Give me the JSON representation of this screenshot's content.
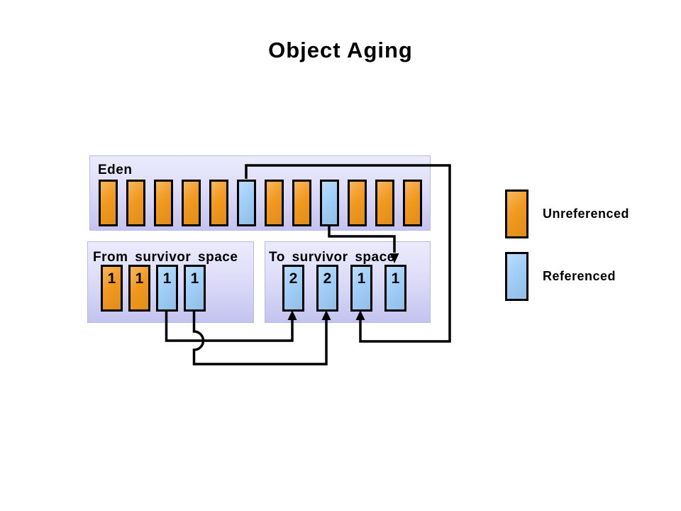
{
  "title": "Object Aging",
  "colors": {
    "unreferenced": "#F2991E",
    "referenced": "#9FCEF8",
    "region_top": "#EBEBFD",
    "region_bottom": "#C3C3F0",
    "line": "#000000"
  },
  "eden": {
    "label": "Eden",
    "cells": [
      {
        "type": "unreferenced"
      },
      {
        "type": "unreferenced"
      },
      {
        "type": "unreferenced"
      },
      {
        "type": "unreferenced"
      },
      {
        "type": "unreferenced"
      },
      {
        "type": "referenced"
      },
      {
        "type": "unreferenced"
      },
      {
        "type": "unreferenced"
      },
      {
        "type": "referenced"
      },
      {
        "type": "unreferenced"
      },
      {
        "type": "unreferenced"
      },
      {
        "type": "unreferenced"
      }
    ]
  },
  "from_survivor": {
    "label": "From survivor space",
    "cells": [
      {
        "type": "unreferenced",
        "age": "1"
      },
      {
        "type": "unreferenced",
        "age": "1"
      },
      {
        "type": "referenced",
        "age": "1"
      },
      {
        "type": "referenced",
        "age": "1"
      }
    ]
  },
  "to_survivor": {
    "label": "To survivor space",
    "cells": [
      {
        "type": "referenced",
        "age": "2"
      },
      {
        "type": "referenced",
        "age": "2"
      },
      {
        "type": "referenced",
        "age": "1"
      },
      {
        "type": "referenced",
        "age": "1"
      }
    ]
  },
  "legend": {
    "items": [
      {
        "label": "Unreferenced",
        "color": "#F2991E"
      },
      {
        "label": "Referenced",
        "color": "#9FCEF8"
      }
    ]
  }
}
